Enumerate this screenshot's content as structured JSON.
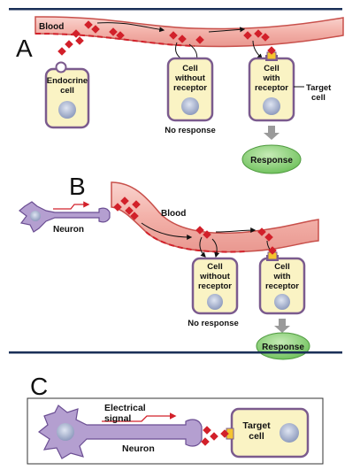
{
  "panels": {
    "a": {
      "letter": "A",
      "blood": "Blood",
      "endocrine_cell": [
        "Endocrine",
        "cell"
      ],
      "cell_without_receptor": [
        "Cell",
        "without",
        "receptor"
      ],
      "cell_with_receptor": [
        "Cell",
        "with",
        "receptor"
      ],
      "target_cell": [
        "Target",
        "cell"
      ],
      "no_response": "No response",
      "response": "Response"
    },
    "b": {
      "letter": "B",
      "blood": "Blood",
      "neuron": "Neuron",
      "cell_without_receptor": [
        "Cell",
        "without",
        "receptor"
      ],
      "cell_with_receptor": [
        "Cell",
        "with",
        "receptor"
      ],
      "no_response": "No response",
      "response": "Response"
    },
    "c": {
      "letter": "C",
      "electrical_signal": [
        "Electrical",
        "signal"
      ],
      "neuron": "Neuron",
      "target_cell": [
        "Target",
        "cell"
      ]
    }
  },
  "colors": {
    "vessel_fill": "#f6c3bd",
    "vessel_stroke": "#c8504b",
    "cell_fill": "#faf3c4",
    "cell_stroke": "#7b5b8e",
    "nucleus": "#b9c2d9",
    "hormone": "#d2202a",
    "response_fill": "#8fce7a",
    "neuron_fill": "#b49fd0",
    "rule": "#1a2f57"
  }
}
